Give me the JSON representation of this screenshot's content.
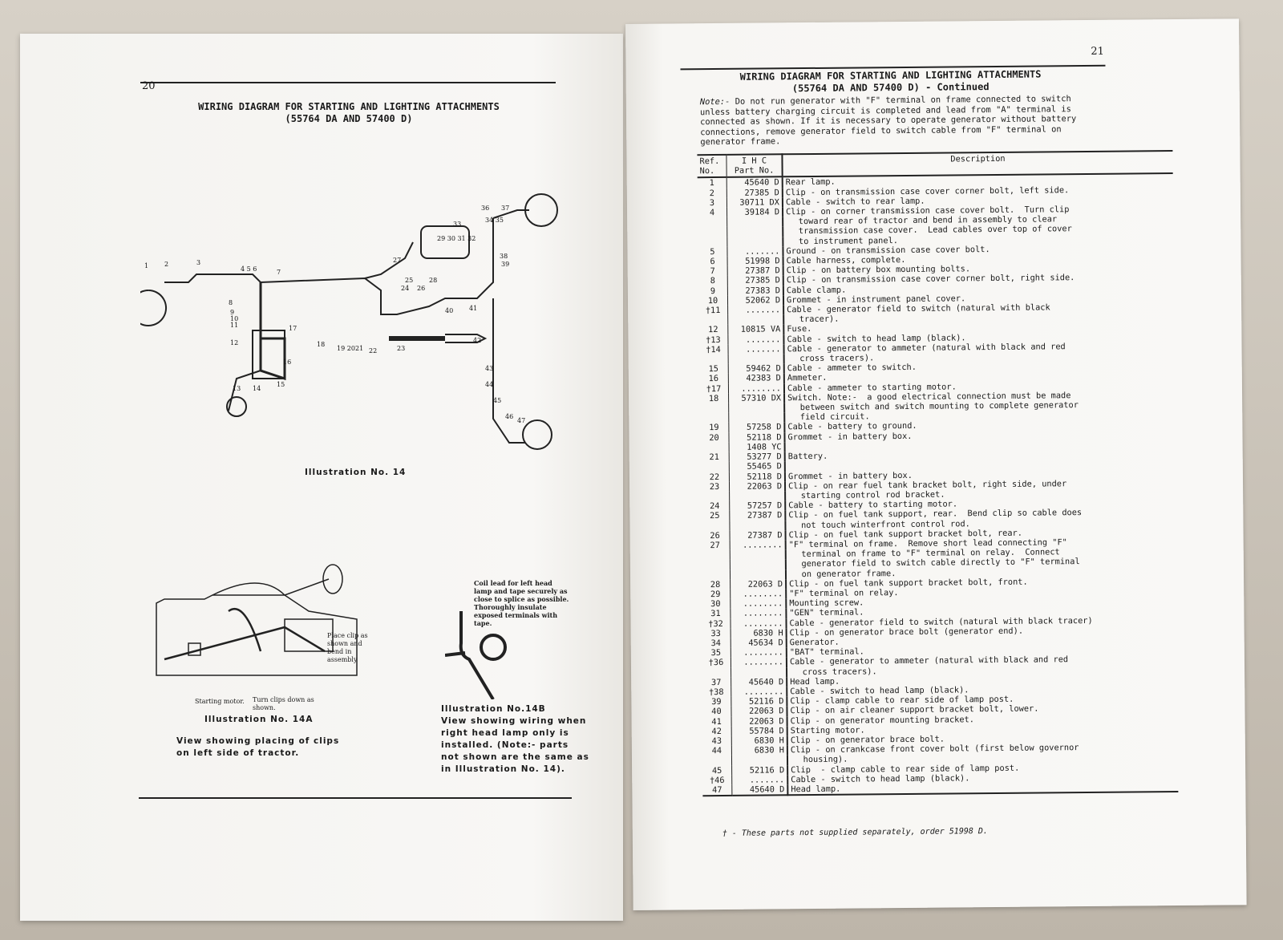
{
  "left_page": {
    "page_number": "20",
    "title_line1": "WIRING DIAGRAM FOR STARTING AND LIGHTING ATTACHMENTS",
    "title_line2": "(55764 DA AND 57400 D)",
    "illustration_14": {
      "caption": "Illustration No. 14",
      "callouts": [
        "1",
        "2",
        "3",
        "4 5 6",
        "7",
        "8",
        "9",
        "10",
        "11",
        "12",
        "13",
        "14",
        "15",
        "16",
        "17",
        "18",
        "19 20",
        "21",
        "22",
        "23",
        "24",
        "25",
        "26",
        "27",
        "28",
        "29 30 31 32",
        "33",
        "34 35",
        "36",
        "37",
        "38",
        "39",
        "40",
        "41",
        "42",
        "43",
        "44",
        "45",
        "46",
        "47"
      ]
    },
    "illustration_14a": {
      "caption": "Illustration No. 14A",
      "description_line1": "View showing placing of clips",
      "description_line2": "on left side of tractor.",
      "labels": {
        "place_clip": "Place clip as shown and bend in assembly",
        "starting_motor": "Starting motor.",
        "turn_clips": "Turn clips down as shown."
      }
    },
    "illustration_14b": {
      "caption": "Illustration No.14B",
      "description_lines": [
        "View showing wiring when",
        "right head lamp only is",
        "installed. (Note:- parts",
        "not shown are the same as",
        "in Illustration No. 14)."
      ],
      "label": "Coil lead for left head lamp and tape securely as close to splice as possible. Thoroughly insulate exposed terminals with tape."
    }
  },
  "right_page": {
    "page_number": "21",
    "title_line1": "WIRING DIAGRAM FOR STARTING AND LIGHTING ATTACHMENTS",
    "title_line2": "(55764 DA AND 57400 D) - Continued",
    "note_label": "Note:-",
    "note_text": "Do not run generator with \"F\" terminal on frame connected to switch unless battery charging circuit is completed and lead from \"A\" terminal is connected as shown. If it is necessary to operate generator without battery connections, remove generator field to switch cable from \"F\" terminal on generator frame.",
    "columns": {
      "ref_line1": "Ref.",
      "ref_line2": "No.",
      "part_line1": "I H C",
      "part_line2": "Part No.",
      "description": "Description"
    },
    "rows": [
      {
        "ref": "1",
        "part": "45640 D",
        "desc": [
          "Rear lamp."
        ]
      },
      {
        "ref": "2",
        "part": "27385 D",
        "desc": [
          "Clip - on transmission case cover corner bolt, left side."
        ]
      },
      {
        "ref": "3",
        "part": "30711 DX",
        "desc": [
          "Cable - switch to rear lamp."
        ]
      },
      {
        "ref": "4",
        "part": "39184 D",
        "desc": [
          "Clip - on corner transmission case cover bolt.  Turn clip",
          "toward rear of tractor and bend in assembly to clear",
          "transmission case cover.  Lead cables over top of cover",
          "to instrument panel."
        ]
      },
      {
        "ref": "5",
        "part": ".......",
        "desc": [
          "Ground - on transmission case cover bolt."
        ]
      },
      {
        "ref": "6",
        "part": "51998 D",
        "desc": [
          "Cable harness, complete."
        ]
      },
      {
        "ref": "7",
        "part": "27387 D",
        "desc": [
          "Clip - on battery box mounting bolts."
        ]
      },
      {
        "ref": "8",
        "part": "27385 D",
        "desc": [
          "Clip - on transmission case cover corner bolt, right side."
        ]
      },
      {
        "ref": "9",
        "part": "27383 D",
        "desc": [
          "Cable clamp."
        ]
      },
      {
        "ref": "10",
        "part": "52062 D",
        "desc": [
          "Grommet - in instrument panel cover."
        ]
      },
      {
        "ref": "†11",
        "part": ".......",
        "desc": [
          "Cable - generator field to switch (natural with black",
          "tracer)."
        ]
      },
      {
        "ref": "12",
        "part": "10815 VA",
        "desc": [
          "Fuse."
        ]
      },
      {
        "ref": "†13",
        "part": ".......",
        "desc": [
          "Cable - switch to head lamp (black)."
        ]
      },
      {
        "ref": "†14",
        "part": ".......",
        "desc": [
          "Cable - generator to ammeter (natural with black and red",
          "cross tracers)."
        ]
      },
      {
        "ref": "15",
        "part": "59462 D",
        "desc": [
          "Cable - ammeter to switch."
        ]
      },
      {
        "ref": "16",
        "part": "42383 D",
        "desc": [
          "Ammeter."
        ]
      },
      {
        "ref": "†17",
        "part": "........",
        "desc": [
          "Cable - ammeter to starting motor."
        ]
      },
      {
        "ref": "18",
        "part": "57310 DX",
        "desc": [
          "Switch. Note:-  a good electrical connection must be made",
          "between switch and switch mounting to complete generator",
          "field circuit."
        ]
      },
      {
        "ref": "19",
        "part": "57258 D",
        "desc": [
          "Cable - battery to ground."
        ]
      },
      {
        "ref": "20",
        "part": "52118 D",
        "desc": [
          "Grommet - in battery box."
        ]
      },
      {
        "ref": "",
        "part": "1408 YC",
        "desc": [
          ""
        ]
      },
      {
        "ref": "21",
        "part": "53277 D",
        "desc": [
          "Battery."
        ]
      },
      {
        "ref": "",
        "part": "55465 D",
        "desc": [
          ""
        ]
      },
      {
        "ref": "22",
        "part": "52118 D",
        "desc": [
          "Grommet - in battery box."
        ]
      },
      {
        "ref": "23",
        "part": "22063 D",
        "desc": [
          "Clip - on rear fuel tank bracket bolt, right side, under",
          "starting control rod bracket."
        ]
      },
      {
        "ref": "24",
        "part": "57257 D",
        "desc": [
          "Cable - battery to starting motor."
        ]
      },
      {
        "ref": "25",
        "part": "27387 D",
        "desc": [
          "Clip - on fuel tank support, rear.  Bend clip so cable does",
          "not touch winterfront control rod."
        ]
      },
      {
        "ref": "26",
        "part": "27387 D",
        "desc": [
          "Clip - on fuel tank support bracket bolt, rear."
        ]
      },
      {
        "ref": "27",
        "part": "........",
        "desc": [
          "\"F\" terminal on frame.  Remove short lead connecting \"F\"",
          "terminal on frame to \"F\" terminal on relay.  Connect",
          "generator field to switch cable directly to \"F\" terminal",
          "on generator frame."
        ]
      },
      {
        "ref": "28",
        "part": "22063 D",
        "desc": [
          "Clip - on fuel tank support bracket bolt, front."
        ]
      },
      {
        "ref": "29",
        "part": "........",
        "desc": [
          "\"F\" terminal on relay."
        ]
      },
      {
        "ref": "30",
        "part": "........",
        "desc": [
          "Mounting screw."
        ]
      },
      {
        "ref": "31",
        "part": "........",
        "desc": [
          "\"GEN\" terminal."
        ]
      },
      {
        "ref": "†32",
        "part": "........",
        "desc": [
          "Cable - generator field to switch (natural with black tracer)"
        ]
      },
      {
        "ref": "33",
        "part": "6830 H",
        "desc": [
          "Clip - on generator brace bolt (generator end)."
        ]
      },
      {
        "ref": "34",
        "part": "45634 D",
        "desc": [
          "Generator."
        ]
      },
      {
        "ref": "35",
        "part": "........",
        "desc": [
          "\"BAT\" terminal."
        ]
      },
      {
        "ref": "†36",
        "part": "........",
        "desc": [
          "Cable - generator to ammeter (natural with black and red",
          "cross tracers)."
        ]
      },
      {
        "ref": "37",
        "part": "45640 D",
        "desc": [
          "Head lamp."
        ]
      },
      {
        "ref": "†38",
        "part": "........",
        "desc": [
          "Cable - switch to head lamp (black)."
        ]
      },
      {
        "ref": "39",
        "part": "52116 D",
        "desc": [
          "Clip - clamp cable to rear side of lamp post."
        ]
      },
      {
        "ref": "40",
        "part": "22063 D",
        "desc": [
          "Clip - on air cleaner support bracket bolt, lower."
        ]
      },
      {
        "ref": "41",
        "part": "22063 D",
        "desc": [
          "Clip - on generator mounting bracket."
        ]
      },
      {
        "ref": "42",
        "part": "55784 D",
        "desc": [
          "Starting motor."
        ]
      },
      {
        "ref": "43",
        "part": "6830 H",
        "desc": [
          "Clip - on generator brace bolt."
        ]
      },
      {
        "ref": "44",
        "part": "6830 H",
        "desc": [
          "Clip - on crankcase front cover bolt (first below governor",
          "housing)."
        ]
      },
      {
        "ref": "45",
        "part": "52116 D",
        "desc": [
          "Clip  - clamp cable to rear side of lamp post."
        ]
      },
      {
        "ref": "†46",
        "part": ".......",
        "desc": [
          "Cable - switch to head lamp (black)."
        ]
      },
      {
        "ref": "47",
        "part": "45640 D",
        "desc": [
          "Head lamp."
        ]
      }
    ],
    "footnote": "† - These parts not supplied separately, order 51998 D."
  }
}
